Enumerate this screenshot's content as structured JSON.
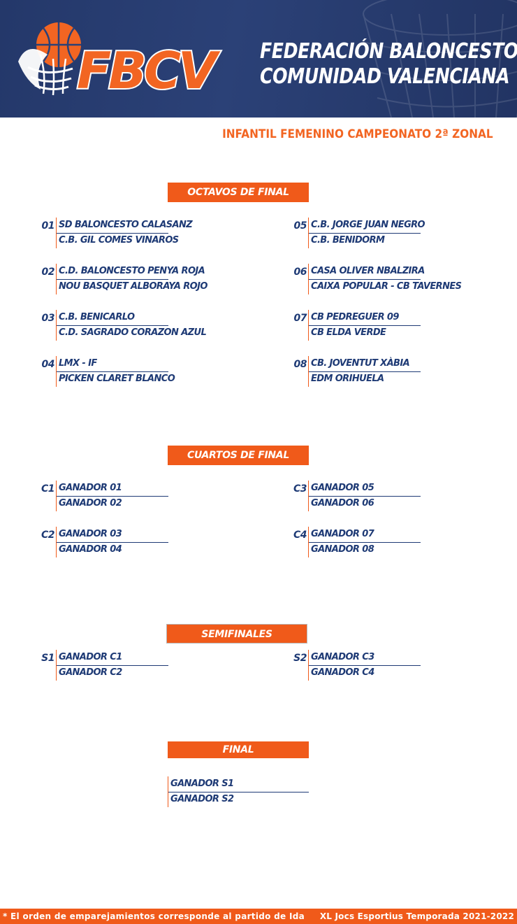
{
  "header": {
    "logo_text": "FBCV",
    "federation_line1": "FEDERACIÓN BALONCESTO",
    "federation_line2": "COMUNIDAD VALENCIANA",
    "subtitle": "INFANTIL FEMENINO CAMPEONATO 2ª ZONAL"
  },
  "colors": {
    "navy": "#1e3a75",
    "orange": "#f05a1a",
    "banner": "#2b4177"
  },
  "rounds": {
    "octavos": {
      "title": "OCTAVOS DE FINAL",
      "matches": [
        {
          "num": "01",
          "team1": "SD BALONCESTO CALASANZ",
          "team2": "C.B. GIL COMES VINAROS"
        },
        {
          "num": "02",
          "team1": "C.D. BALONCESTO PENYA ROJA",
          "team2": "NOU BASQUET ALBORAYA ROJO"
        },
        {
          "num": "03",
          "team1": "C.B. BENICARLO",
          "team2": "C.D. SAGRADO CORAZON AZUL"
        },
        {
          "num": "04",
          "team1": "LMX - IF",
          "team2": "PICKEN CLARET BLANCO"
        },
        {
          "num": "05",
          "team1": "C.B. JORGE JUAN NEGRO",
          "team2": "C.B. BENIDORM"
        },
        {
          "num": "06",
          "team1": "CASA OLIVER NBALZIRA",
          "team2": "CAIXA POPULAR - CB TAVERNES"
        },
        {
          "num": "07",
          "team1": "CB PEDREGUER 09",
          "team2": "CB ELDA VERDE"
        },
        {
          "num": "08",
          "team1": "CB. JOVENTUT XÀBIA",
          "team2": "EDM ORIHUELA"
        }
      ]
    },
    "cuartos": {
      "title": "CUARTOS DE FINAL",
      "matches": [
        {
          "num": "C1",
          "team1": "GANADOR 01",
          "team2": "GANADOR 02"
        },
        {
          "num": "C2",
          "team1": "GANADOR 03",
          "team2": "GANADOR 04"
        },
        {
          "num": "C3",
          "team1": "GANADOR 05",
          "team2": "GANADOR 06"
        },
        {
          "num": "C4",
          "team1": "GANADOR 07",
          "team2": "GANADOR 08"
        }
      ]
    },
    "semifinales": {
      "title": "SEMIFINALES",
      "matches": [
        {
          "num": "S1",
          "team1": "GANADOR C1",
          "team2": "GANADOR C2"
        },
        {
          "num": "S2",
          "team1": "GANADOR C3",
          "team2": "GANADOR C4"
        }
      ]
    },
    "final": {
      "title": "FINAL",
      "matches": [
        {
          "num": "",
          "team1": "GANADOR S1",
          "team2": "GANADOR S2"
        }
      ]
    }
  },
  "footer": {
    "note": "* El orden de emparejamientos corresponde al partido de Ida",
    "season": "XL Jocs Esportius Temporada 2021-2022"
  }
}
